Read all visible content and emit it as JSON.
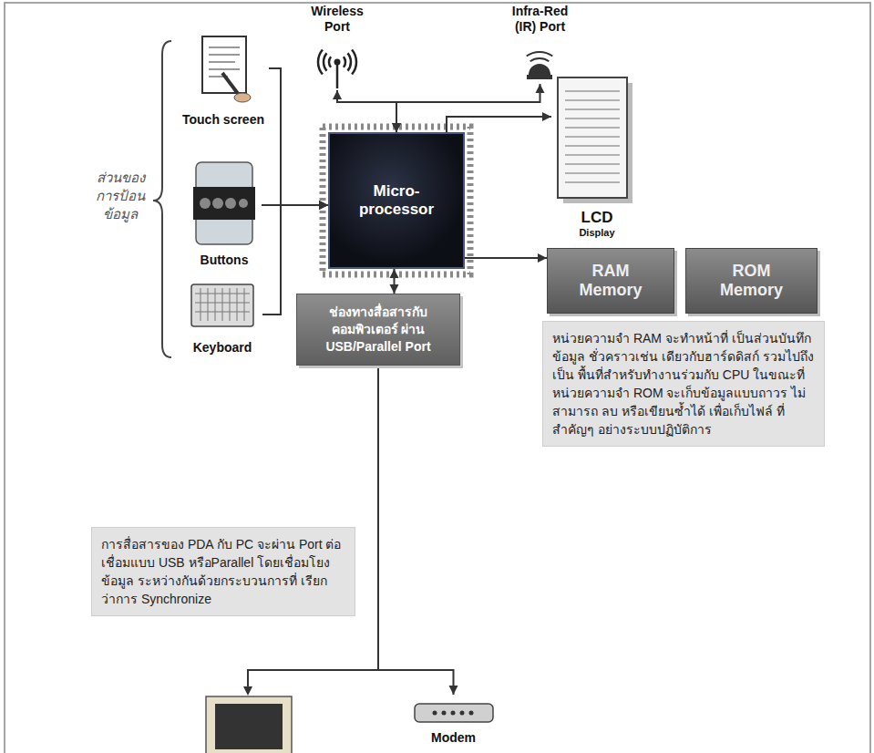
{
  "diagram": {
    "nodes": [
      {
        "text": [
          "Wireless Port"
        ]
      },
      {
        "text": [
          "Infra-Red (IR) Port"
        ]
      },
      {
        "text": [
          "Touch screen"
        ]
      },
      {
        "text": [
          "LCD",
          "Display"
        ]
      },
      {
        "text": [
          "Buttons"
        ]
      },
      {
        "text": [
          "Micro-processor"
        ]
      },
      {
        "text": [
          "RAM Memory"
        ]
      },
      {
        "text": [
          "ROM Memory"
        ]
      },
      {
        "text": [
          "Keyboard"
        ]
      },
      {
        "text": [
          "หน่วยความจำ RAM จะทำหน้าที่ เป็นส่วนบันทึกข้อมูล ชั่วคราวเช่น เดียวกับฮาร์ดดิสก์ รวมไปถึงเป็น พื้นที่สำหรับทำงานร่วมกับ CPU ในขณะที่หน่วยความจำ ROM จะเก็บข้อมูลแบบถาวร ไม่สามารถ ลบ หรือเขียนซ้ำได้ เพื่อเก็บไฟล์ ที่สำคัญๆ อย่างระบบปฏิบัติการ"
        ]
      },
      {
        "text": [
          "ช่องทางสื่อสารกับ คอมพิวเตอร์ ผ่าน USB/Parallel Port"
        ]
      },
      {
        "text": [
          "การสื่อสารของ PDA กับ PC จะผ่าน Port ต่อเชื่อมแบบ USB หรือParallel โดยเชื่อมโยงข้อมูล ระหว่างกันด้วยกระบวนการที่ เรียกว่าการ Synchronize"
        ]
      },
      {
        "text": [
          "Modem"
        ]
      }
    ],
    "edges": [
      {
        "from": 2,
        "to": 5,
        "arrow": "to"
      },
      {
        "from": 4,
        "to": 5,
        "arrow": "to"
      },
      {
        "from": 8,
        "to": 5,
        "arrow": "to"
      },
      {
        "from": 5,
        "to": 0,
        "arrow": "both"
      },
      {
        "from": 5,
        "to": 1,
        "arrow": "both"
      },
      {
        "from": 5,
        "to": 3,
        "arrow": "to"
      },
      {
        "from": 5,
        "to": 6,
        "arrow": "to"
      },
      {
        "from": 5,
        "to": 10,
        "arrow": "both"
      },
      {
        "from": 10,
        "to": 12,
        "arrow": "to"
      }
    ],
    "labels": [
      "ส่วนของ การป้อน ข้อมูล"
    ]
  }
}
